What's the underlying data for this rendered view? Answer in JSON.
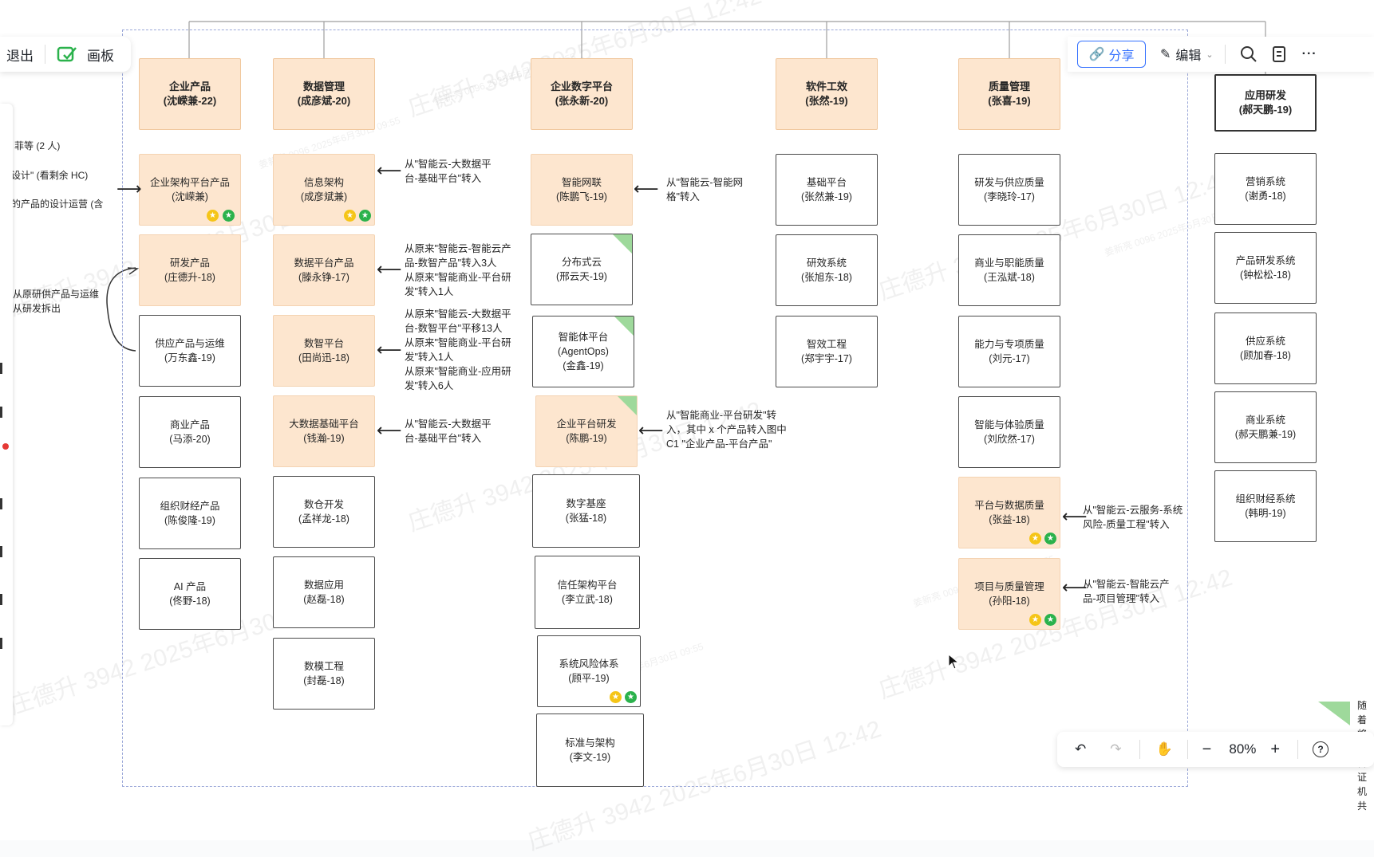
{
  "toolbar_left": {
    "exit_label": "退出",
    "board_label": "画板"
  },
  "toolbar_right": {
    "share_label": "分享",
    "edit_label": "编辑",
    "more_label": "···"
  },
  "zoom": {
    "level": "80%"
  },
  "columns": [
    {
      "head": "企业产品\n(沈嵘兼-22)"
    },
    {
      "head": "数据管理\n(成彦斌-20)"
    },
    {
      "head": "企业数字平台\n(张永新-20)"
    },
    {
      "head": "软件工效\n(张然-19)"
    },
    {
      "head": "质量管理\n(张喜-19)"
    },
    {
      "head": "应用研发\n(郝天鹏-19)"
    }
  ],
  "nodes": {
    "c1": [
      "企业架构平台产品\n(沈嵘兼)",
      "研发产品\n(庄德升-18)",
      "供应产品与运维\n(万东鑫-19)",
      "商业产品\n(马添-20)",
      "组织财经产品\n(陈俊隆-19)",
      "AI 产品\n(佟野-18)"
    ],
    "c2": [
      "信息架构\n(成彦斌兼)",
      "数据平台产品\n(滕永铮-17)",
      "数智平台\n(田尚迅-18)",
      "大数据基础平台\n(钱瀚-19)",
      "数仓开发\n(孟祥龙-18)",
      "数据应用\n(赵磊-18)",
      "数模工程\n(封磊-18)"
    ],
    "c3": [
      "智能网联\n(陈鹏飞-19)",
      "分布式云\n(邢云天-19)",
      "智能体平台\n(AgentOps)\n(金鑫-19)",
      "企业平台研发\n(陈鹏-19)",
      "数字基座\n(张猛-18)",
      "信任架构平台\n(李立武-18)",
      "系统风险体系\n(顾平-19)",
      "标准与架构\n(李文-19)"
    ],
    "c4": [
      "基础平台\n(张然兼-19)",
      "研效系统\n(张旭东-18)",
      "智效工程\n(郑宇宇-17)"
    ],
    "c5": [
      "研发与供应质量\n(李晓玲-17)",
      "商业与职能质量\n(王泓斌-18)",
      "能力与专项质量\n(刘元-17)",
      "智能与体验质量\n(刘欣然-17)",
      "平台与数据质量\n(张益-18)",
      "项目与质量管理\n(孙阳-18)"
    ],
    "c6": [
      "营销系统\n(谢勇-18)",
      "产品研发系统\n(钟松松-18)",
      "供应系统\n(顾加春-18)",
      "商业系统\n(郝天鹏兼-19)",
      "组织财经系统\n(韩明-19)"
    ]
  },
  "notes": {
    "n1": "从\"智能云-大数据平\n台-基础平台\"转入",
    "n2": "从原来\"智能云-智能云产\n品-数智产品\"转入3人\n从原来\"智能商业-平台研\n发\"转入1人",
    "n3": "从原来\"智能云-大数据平\n台-数智平台\"平移13人\n从原来\"智能商业-平台研\n发\"转入1人\n从原来\"智能商业-应用研\n发\"转入6人",
    "n4": "从\"智能云-大数据平\n台-基础平台\"转入",
    "n5": "从\"智能云-智能网\n格\"转入",
    "n6": "从\"智能商业-平台研发\"转\n入，其中 x 个产品转入图中\nC1 \"企业产品-平台产品\"",
    "n7": "从\"智能云-云服务-系统\n风险-质量工程\"转入",
    "n8": "从\"智能云-智能云产\n品-项目管理\"转入"
  },
  "left_notes": [
    "菲等 (2 人)",
    "设计\" (看剩余 HC)",
    "的产品的设计运营 (含",
    "从原研供产品与运维\n从研发拆出"
  ],
  "right_edge_note": "随着\n将研\n台证\n机共",
  "watermark": "庄德升 3942 2025年6月30日 12:42",
  "watermark_small": "姜新亮 0096 2025年6月30日 09:55",
  "colors": {
    "accent": "#3370ff",
    "node_orange": "#fde6cf",
    "badge_yellow": "#f5c518",
    "badge_green": "#2bb24c"
  }
}
